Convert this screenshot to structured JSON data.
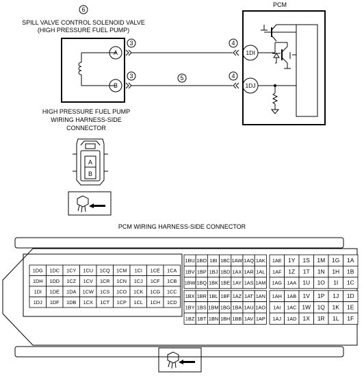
{
  "pump": {
    "callout": "6",
    "title_line1": "SPILL VALVE CONTROL SOLENOID VALVE",
    "title_line2": "(HIGH PRESSURE FUEL PUMP)",
    "terminal_a": "A",
    "terminal_b": "B",
    "connector_label_line1": "HIGH PRESSURE FUEL PUMP",
    "connector_label_line2": "WIRING HARNESS-SIDE",
    "connector_label_line3": "CONNECTOR",
    "face_a": "A",
    "face_b": "B"
  },
  "pcm": {
    "title": "PCM",
    "terminal_top": "1DI",
    "terminal_bottom": "1DJ",
    "connector_title": "PCM WIRING HARNESS-SIDE CONNECTOR"
  },
  "callouts": {
    "pump_top": "3",
    "pump_bottom": "3",
    "pcm_top": "4",
    "pcm_bottom": "4",
    "wire": "5"
  },
  "pcm_connector": {
    "block1": [
      [
        "1DG",
        "1DC",
        "1CY",
        "1CU",
        "1CQ",
        "1CM",
        "1CI",
        "1CE",
        "1CA"
      ],
      [
        "1DH",
        "1DD",
        "1CZ",
        "1CV",
        "1CR",
        "1CN",
        "1CJ",
        "1CF",
        "1CB"
      ],
      [
        "1DI",
        "1DE",
        "1DA",
        "1CW",
        "1CS",
        "1CO",
        "1CK",
        "1CG",
        "1CC"
      ],
      [
        "1DJ",
        "1DF",
        "1DB",
        "1CX",
        "1CT",
        "1CP",
        "1CL",
        "1CH",
        "1CD"
      ]
    ],
    "block2": [
      [
        "1BU",
        "1BO",
        "1BI",
        "1BC",
        "1AW",
        "1AQ",
        "1AK"
      ],
      [
        "1BV",
        "1BP",
        "1BJ",
        "1BD",
        "1AX",
        "1AR",
        "1AL"
      ],
      [
        "1BW",
        "1BQ",
        "1BK",
        "1BE",
        "1AY",
        "1AS",
        "1AM"
      ],
      [
        "1BX",
        "1BR",
        "1BL",
        "1BF",
        "1AZ",
        "1AT",
        "1AN"
      ],
      [
        "1BY",
        "1BS",
        "1BM",
        "1BG",
        "1BA",
        "1AU",
        "1AO"
      ],
      [
        "1BZ",
        "1BT",
        "1BN",
        "1BH",
        "1BB",
        "1AV",
        "1AP"
      ]
    ],
    "block3": [
      [
        "1AE",
        "1Y",
        "1S",
        "1M",
        "1G",
        "1A"
      ],
      [
        "1AF",
        "1Z",
        "1T",
        "1N",
        "1H",
        "1B"
      ],
      [
        "1AG",
        "1AA",
        "1U",
        "1O",
        "1I",
        "1C"
      ],
      [
        "1AH",
        "1AB",
        "1V",
        "1P",
        "1J",
        "1D"
      ],
      [
        "1AI",
        "1AC",
        "1W",
        "1Q",
        "1K",
        "1E"
      ],
      [
        "1AJ",
        "1AD",
        "1X",
        "1R",
        "1L",
        "1F"
      ]
    ]
  }
}
